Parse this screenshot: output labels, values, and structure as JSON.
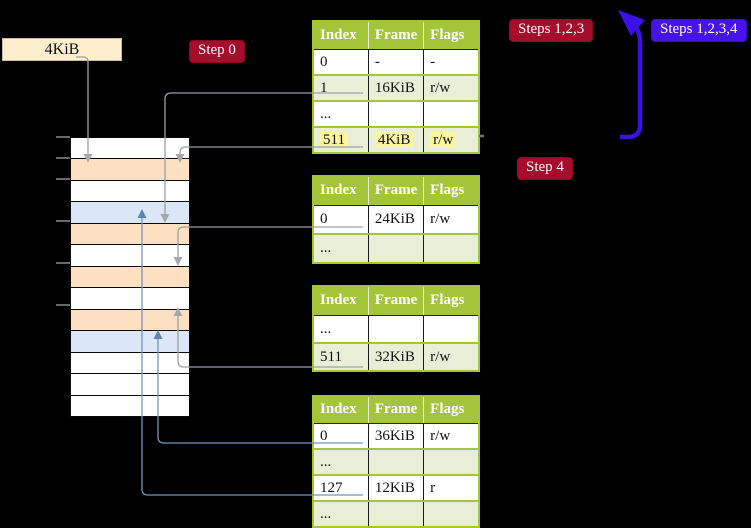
{
  "page_size_label": "4KiB",
  "badges": {
    "step0": "Step 0",
    "steps123": "Steps 1,2,3",
    "steps1234": "Steps 1,2,3,4",
    "step4": "Step 4"
  },
  "memory": {
    "rows": [
      "free",
      "pagetable",
      "free",
      "mapped",
      "pagetable",
      "free",
      "pagetable",
      "free",
      "pagetable",
      "mapped",
      "free",
      "free",
      "free"
    ]
  },
  "tables": [
    {
      "headers": [
        "Index",
        "Frame",
        "Flags"
      ],
      "rows": [
        [
          "0",
          "-",
          "-"
        ],
        [
          "1",
          "16KiB",
          "r/w"
        ],
        [
          "...",
          "",
          ""
        ],
        [
          "511",
          "4KiB",
          "r/w"
        ]
      ],
      "highlight_row": 3
    },
    {
      "headers": [
        "Index",
        "Frame",
        "Flags"
      ],
      "rows": [
        [
          "0",
          "24KiB",
          "r/w"
        ],
        [
          "...",
          "",
          ""
        ]
      ],
      "highlight_row": -1
    },
    {
      "headers": [
        "Index",
        "Frame",
        "Flags"
      ],
      "rows": [
        [
          "...",
          "",
          ""
        ],
        [
          "511",
          "32KiB",
          "r/w"
        ]
      ],
      "highlight_row": -1
    },
    {
      "headers": [
        "Index",
        "Frame",
        "Flags"
      ],
      "rows": [
        [
          "0",
          "36KiB",
          "r/w"
        ],
        [
          "...",
          "",
          ""
        ],
        [
          "127",
          "12KiB",
          "r"
        ],
        [
          "...",
          "",
          ""
        ]
      ],
      "highlight_row": -1
    }
  ],
  "colors": {
    "table_header_green": "#a4c43a",
    "table_row_alt_green": "#e9efd6",
    "highlight_yellow": "#fbf5a0",
    "frame_pagetable_peach": "#fde0c2",
    "frame_mapped_blue": "#dbe7f6",
    "page_size_box_cream": "#fdeecd",
    "badge_red": "#a60c2c",
    "badge_blue": "#4613ec",
    "big_arrow_blue": "#3a12e8",
    "connector_gray": "#9aa0a6",
    "connector_blue": "#7295c2"
  }
}
